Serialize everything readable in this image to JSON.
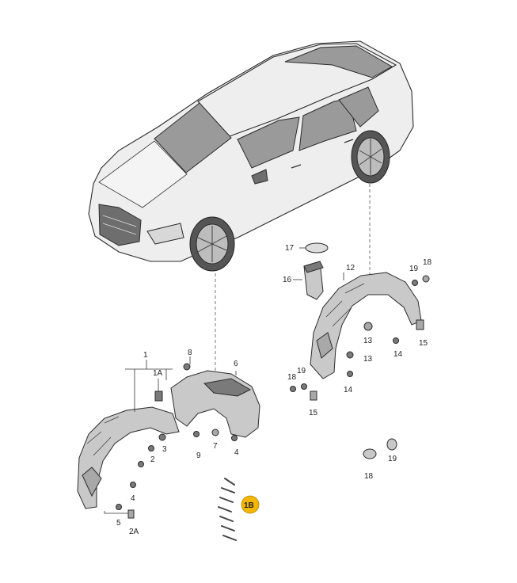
{
  "labels": {
    "l1": "1",
    "l1A": "1A",
    "l1B": "1B",
    "l2": "2",
    "l2A": "2A",
    "l3": "3",
    "l4a": "4",
    "l4b": "4",
    "l5": "5",
    "l6": "6",
    "l7": "7",
    "l8": "8",
    "l9": "9",
    "l12": "12",
    "l13a": "13",
    "l13b": "13",
    "l14a": "14",
    "l14b": "14",
    "l15a": "15",
    "l15b": "15",
    "l16": "16",
    "l17": "17",
    "l18a": "18",
    "l18b": "18",
    "l19a": "19",
    "l19b": "19",
    "l19c": "19"
  },
  "colors": {
    "highlight_badge": "#f2b705"
  }
}
